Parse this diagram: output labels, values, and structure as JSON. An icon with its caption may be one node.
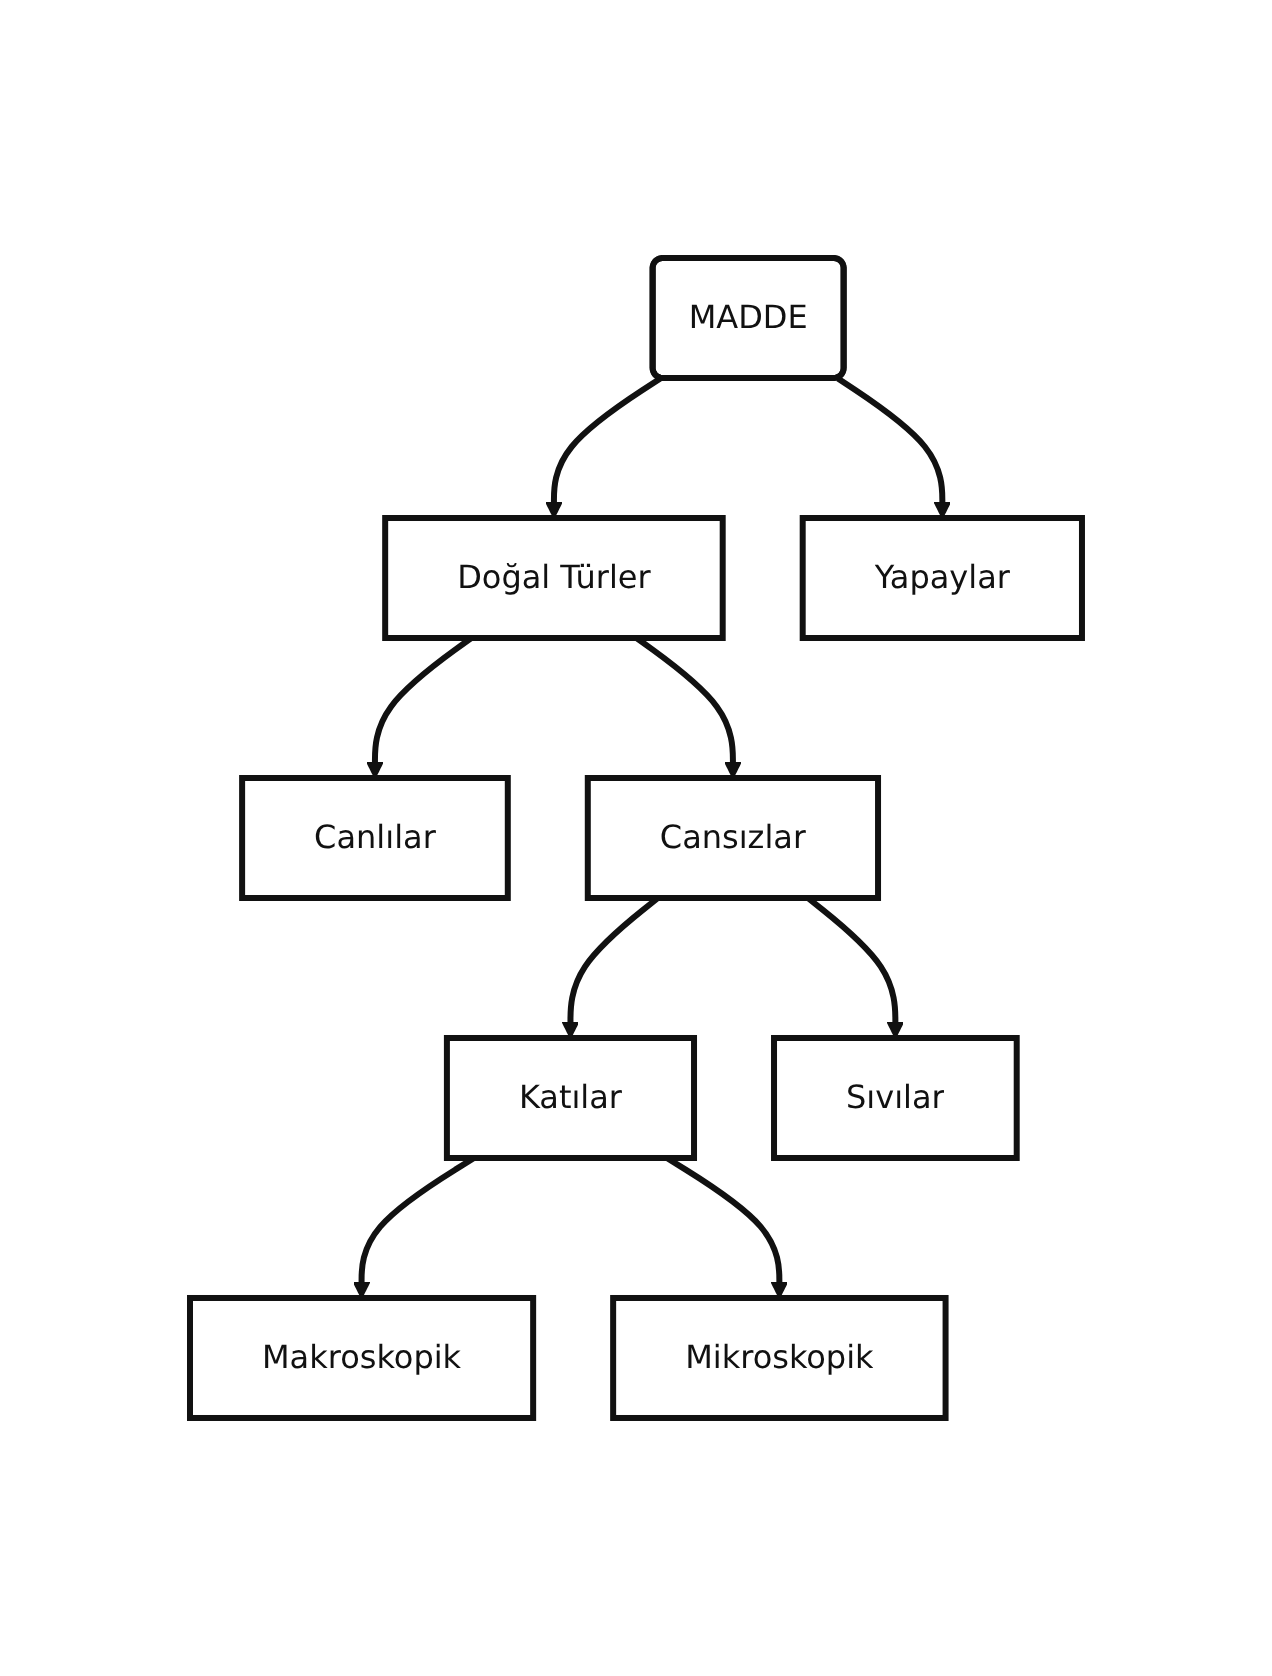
{
  "diagram": {
    "nodes": [
      {
        "text": [
          "MADDE"
        ]
      },
      {
        "text": [
          "Doğal Türler"
        ]
      },
      {
        "text": [
          "Yapaylar"
        ]
      },
      {
        "text": [
          "Canlılar"
        ]
      },
      {
        "text": [
          "Cansızlar"
        ]
      },
      {
        "text": [
          "Katılar"
        ]
      },
      {
        "text": [
          "Sıvılar"
        ]
      },
      {
        "text": [
          "Makroskopik"
        ]
      },
      {
        "text": [
          "Mikroskopik"
        ]
      }
    ],
    "edges": [
      {
        "from": 0,
        "to": 1,
        "arrow": "to"
      },
      {
        "from": 0,
        "to": 2,
        "arrow": "to"
      },
      {
        "from": 1,
        "to": 3,
        "arrow": "to"
      },
      {
        "from": 1,
        "to": 4,
        "arrow": "to"
      },
      {
        "from": 4,
        "to": 5,
        "arrow": "to"
      },
      {
        "from": 4,
        "to": 6,
        "arrow": "to"
      },
      {
        "from": 5,
        "to": 7,
        "arrow": "to"
      },
      {
        "from": 5,
        "to": 8,
        "arrow": "to"
      }
    ]
  }
}
